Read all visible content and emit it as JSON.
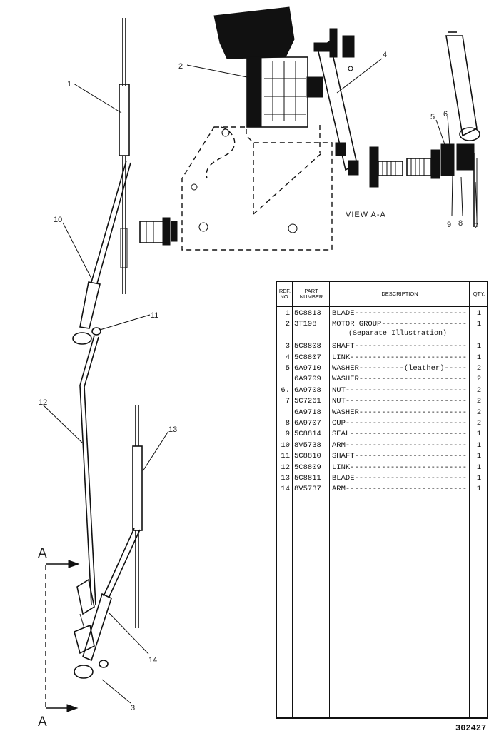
{
  "view_label": "VIEW A-A",
  "section_letter_top": "A",
  "section_letter_bottom": "A",
  "callouts": {
    "c1": "1",
    "c2": "2",
    "c3": "3",
    "c4": "4",
    "c5": "5",
    "c6": "6",
    "c7": "7",
    "c8": "8",
    "c9": "9",
    "c10": "10",
    "c11": "11",
    "c12": "12",
    "c13": "13",
    "c14": "14"
  },
  "table": {
    "headers": {
      "ref": "REF. NO.",
      "part": "PART NUMBER",
      "desc": "DESCRIPTION",
      "qty": "QTY."
    },
    "rows": [
      {
        "ref": "1",
        "part": "5C8813",
        "desc": "BLADE-----------------------------",
        "qty": "1"
      },
      {
        "ref": "2",
        "part": "3T198",
        "desc": "MOTOR GROUP-----------------------",
        "qty": "1"
      },
      {
        "ref": "3",
        "part": "5C8808",
        "desc": "SHAFT---------------------------",
        "qty": "1"
      },
      {
        "ref": "4",
        "part": "5C8807",
        "desc": "LINK----------------------------",
        "qty": "1"
      },
      {
        "ref": "5",
        "part": "6A9710",
        "desc": "WASHER----------(leather)--------",
        "qty": "2"
      },
      {
        "ref": "",
        "part": "6A9709",
        "desc": "WASHER--------------------------",
        "qty": "2"
      },
      {
        "ref": "6.",
        "part": "6A9708",
        "desc": "NUT-----------------------------",
        "qty": "2"
      },
      {
        "ref": "7",
        "part": "5C7261",
        "desc": "NUT-----------------------------",
        "qty": "2"
      },
      {
        "ref": "",
        "part": "6A9718",
        "desc": "WASHER--------------------------",
        "qty": "2"
      },
      {
        "ref": "8",
        "part": "6A9707",
        "desc": "CUP-----------------------------",
        "qty": "2"
      },
      {
        "ref": "9",
        "part": "5C8814",
        "desc": "SEAL----------------------------",
        "qty": "1"
      },
      {
        "ref": "10",
        "part": "8V5738",
        "desc": "ARM-----------------------------",
        "qty": "1"
      },
      {
        "ref": "11",
        "part": "5C8810",
        "desc": "SHAFT---------------------------",
        "qty": "1"
      },
      {
        "ref": "12",
        "part": "5C8809",
        "desc": "LINK----------------------------",
        "qty": "1"
      },
      {
        "ref": "13",
        "part": "5C8811",
        "desc": "BLADE---------------------------",
        "qty": "1"
      },
      {
        "ref": "14",
        "part": "8V5737",
        "desc": "ARM-----------------------------",
        "qty": "1"
      }
    ],
    "note": "(Separate Illustration)"
  },
  "doc_number": "302427"
}
